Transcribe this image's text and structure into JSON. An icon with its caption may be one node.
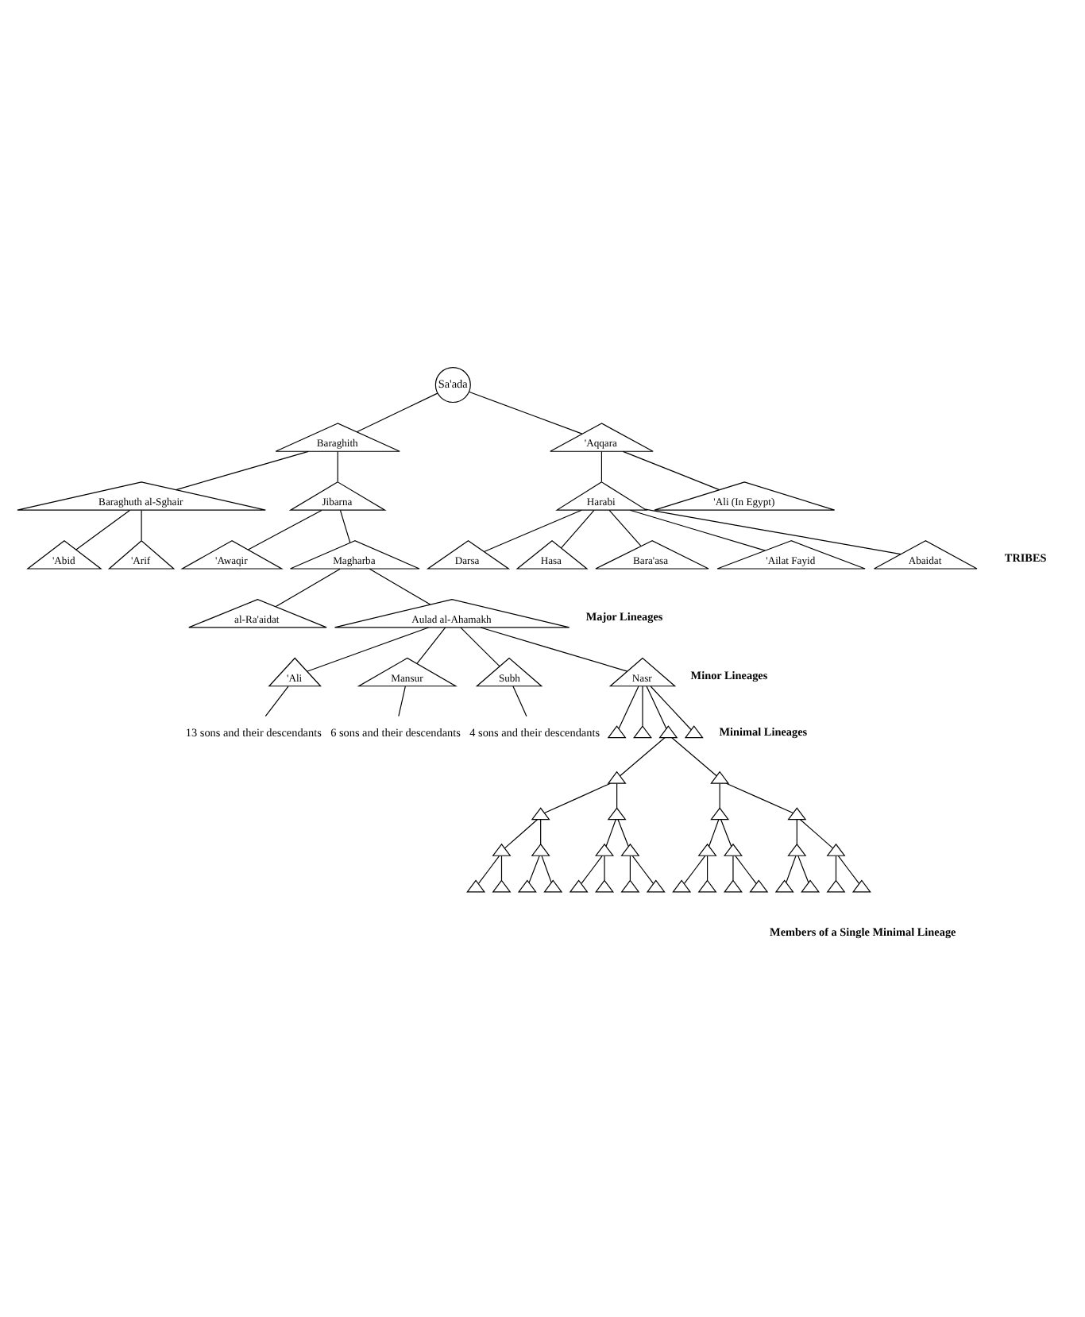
{
  "diagram": {
    "nodes": [
      {
        "text": [
          "Sa'ada"
        ]
      },
      {
        "text": [
          "Baraghith"
        ]
      },
      {
        "text": [
          "'Aqqara"
        ]
      },
      {
        "text": [
          "Baraghuth al-Sghair"
        ]
      },
      {
        "text": [
          "Jibarna"
        ]
      },
      {
        "text": [
          "Harabi"
        ]
      },
      {
        "text": [
          "'Ali (In Egypt)"
        ]
      },
      {
        "text": [
          "'Abid"
        ]
      },
      {
        "text": [
          "'Arif"
        ]
      },
      {
        "text": [
          "'Awaqir"
        ]
      },
      {
        "text": [
          "Magharba"
        ]
      },
      {
        "text": [
          "Darsa"
        ]
      },
      {
        "text": [
          "Hasa"
        ]
      },
      {
        "text": [
          "Bara'asa"
        ]
      },
      {
        "text": [
          "'Ailat Fayid"
        ]
      },
      {
        "text": [
          "Abaidat"
        ]
      },
      {
        "text": [
          "al-Ra'aidat"
        ]
      },
      {
        "text": [
          "Aulad al-Ahamakh"
        ]
      },
      {
        "text": [
          "'Ali"
        ]
      },
      {
        "text": [
          "Mansur"
        ]
      },
      {
        "text": [
          "Subh"
        ]
      },
      {
        "text": [
          "Nasr"
        ]
      },
      {
        "text": [
          "13 sons and their descendants"
        ]
      },
      {
        "text": [
          "6 sons and their descendants"
        ]
      },
      {
        "text": [
          "4 sons and their descendants"
        ]
      },
      {
        "text": [],
        "shape": "triangle"
      },
      {
        "text": [],
        "shape": "triangle"
      },
      {
        "text": [],
        "shape": "triangle"
      },
      {
        "text": [],
        "shape": "triangle"
      },
      {
        "text": [],
        "shape": "triangle"
      },
      {
        "text": [],
        "shape": "triangle"
      },
      {
        "text": [],
        "shape": "triangle"
      },
      {
        "text": [],
        "shape": "triangle"
      },
      {
        "text": [],
        "shape": "triangle"
      },
      {
        "text": [],
        "shape": "triangle"
      },
      {
        "text": [],
        "shape": "triangle"
      },
      {
        "text": [],
        "shape": "triangle"
      },
      {
        "text": [],
        "shape": "triangle"
      },
      {
        "text": [],
        "shape": "triangle"
      },
      {
        "text": [],
        "shape": "triangle"
      },
      {
        "text": [],
        "shape": "triangle"
      },
      {
        "text": [],
        "shape": "triangle"
      },
      {
        "text": [],
        "shape": "triangle"
      },
      {
        "text": [],
        "shape": "triangle"
      },
      {
        "text": [],
        "shape": "triangle"
      },
      {
        "text": [],
        "shape": "triangle"
      },
      {
        "text": [],
        "shape": "triangle"
      },
      {
        "text": [],
        "shape": "triangle"
      },
      {
        "text": [],
        "shape": "triangle"
      },
      {
        "text": [],
        "shape": "triangle"
      },
      {
        "text": [],
        "shape": "triangle"
      },
      {
        "text": [],
        "shape": "triangle"
      },
      {
        "text": [],
        "shape": "triangle"
      },
      {
        "text": [],
        "shape": "triangle"
      },
      {
        "text": [],
        "shape": "triangle"
      },
      {
        "text": [],
        "shape": "triangle"
      },
      {
        "text": [],
        "shape": "triangle"
      },
      {
        "text": [],
        "shape": "triangle"
      },
      {
        "text": [],
        "shape": "triangle"
      }
    ],
    "edges": [
      {
        "from": 0,
        "to": 1,
        "arrow": "none"
      },
      {
        "from": 0,
        "to": 2,
        "arrow": "none"
      },
      {
        "from": 1,
        "to": 3,
        "arrow": "none"
      },
      {
        "from": 1,
        "to": 4,
        "arrow": "none"
      },
      {
        "from": 2,
        "to": 5,
        "arrow": "none"
      },
      {
        "from": 2,
        "to": 6,
        "arrow": "none"
      },
      {
        "from": 3,
        "to": 7,
        "arrow": "none"
      },
      {
        "from": 3,
        "to": 8,
        "arrow": "none"
      },
      {
        "from": 4,
        "to": 9,
        "arrow": "none"
      },
      {
        "from": 4,
        "to": 10,
        "arrow": "none"
      },
      {
        "from": 5,
        "to": 11,
        "arrow": "none"
      },
      {
        "from": 5,
        "to": 12,
        "arrow": "none"
      },
      {
        "from": 5,
        "to": 13,
        "arrow": "none"
      },
      {
        "from": 5,
        "to": 14,
        "arrow": "none"
      },
      {
        "from": 5,
        "to": 15,
        "arrow": "none"
      },
      {
        "from": 10,
        "to": 16,
        "arrow": "none"
      },
      {
        "from": 10,
        "to": 17,
        "arrow": "none"
      },
      {
        "from": 17,
        "to": 18,
        "arrow": "none"
      },
      {
        "from": 17,
        "to": 19,
        "arrow": "none"
      },
      {
        "from": 17,
        "to": 20,
        "arrow": "none"
      },
      {
        "from": 17,
        "to": 21,
        "arrow": "none"
      },
      {
        "from": 18,
        "to": 22,
        "arrow": "none"
      },
      {
        "from": 19,
        "to": 23,
        "arrow": "none"
      },
      {
        "from": 20,
        "to": 24,
        "arrow": "none"
      },
      {
        "from": 21,
        "to": 25,
        "arrow": "none"
      },
      {
        "from": 21,
        "to": 26,
        "arrow": "none"
      },
      {
        "from": 21,
        "to": 27,
        "arrow": "none"
      },
      {
        "from": 21,
        "to": 28,
        "arrow": "none"
      },
      {
        "from": 27,
        "to": 29,
        "arrow": "none"
      },
      {
        "from": 27,
        "to": 30,
        "arrow": "none"
      },
      {
        "from": 29,
        "to": 31,
        "arrow": "none"
      },
      {
        "from": 29,
        "to": 32,
        "arrow": "none"
      },
      {
        "from": 30,
        "to": 33,
        "arrow": "none"
      },
      {
        "from": 30,
        "to": 34,
        "arrow": "none"
      },
      {
        "from": 31,
        "to": 35,
        "arrow": "none"
      },
      {
        "from": 31,
        "to": 36,
        "arrow": "none"
      },
      {
        "from": 32,
        "to": 37,
        "arrow": "none"
      },
      {
        "from": 32,
        "to": 38,
        "arrow": "none"
      },
      {
        "from": 33,
        "to": 39,
        "arrow": "none"
      },
      {
        "from": 33,
        "to": 40,
        "arrow": "none"
      },
      {
        "from": 34,
        "to": 41,
        "arrow": "none"
      },
      {
        "from": 34,
        "to": 42,
        "arrow": "none"
      },
      {
        "from": 35,
        "to": 43,
        "arrow": "none"
      },
      {
        "from": 35,
        "to": 44,
        "arrow": "none"
      },
      {
        "from": 36,
        "to": 45,
        "arrow": "none"
      },
      {
        "from": 36,
        "to": 46,
        "arrow": "none"
      },
      {
        "from": 37,
        "to": 47,
        "arrow": "none"
      },
      {
        "from": 37,
        "to": 48,
        "arrow": "none"
      },
      {
        "from": 38,
        "to": 49,
        "arrow": "none"
      },
      {
        "from": 38,
        "to": 50,
        "arrow": "none"
      },
      {
        "from": 39,
        "to": 51,
        "arrow": "none"
      },
      {
        "from": 39,
        "to": 52,
        "arrow": "none"
      },
      {
        "from": 40,
        "to": 53,
        "arrow": "none"
      },
      {
        "from": 40,
        "to": 54,
        "arrow": "none"
      },
      {
        "from": 41,
        "to": 55,
        "arrow": "none"
      },
      {
        "from": 41,
        "to": 56,
        "arrow": "none"
      },
      {
        "from": 42,
        "to": 57,
        "arrow": "none"
      },
      {
        "from": 42,
        "to": 58,
        "arrow": "none"
      }
    ],
    "labels": [
      "TRIBES",
      "Major Lineages",
      "Minor Lineages",
      "Minimal Lineages",
      "Members of a Single Minimal Lineage"
    ]
  }
}
